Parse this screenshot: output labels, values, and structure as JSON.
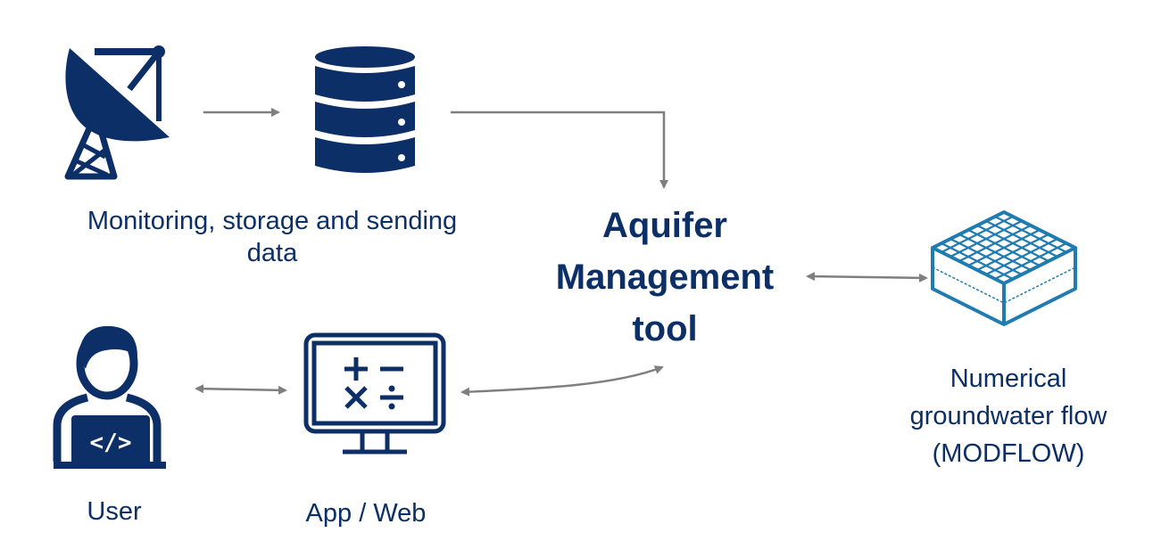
{
  "diagram": {
    "title": "Aquifer Management tool",
    "center": {
      "lines": [
        "Aquifer",
        "Management",
        "tool"
      ]
    },
    "nodes": [
      {
        "id": "monitoring",
        "icon": "satellite-dish-icon",
        "label_lines": [
          "Monitoring, storage and sending",
          "data"
        ]
      },
      {
        "id": "storage",
        "icon": "database-icon",
        "label_lines": []
      },
      {
        "id": "model",
        "icon": "groundwater-grid-icon",
        "label_lines": [
          "Numerical",
          "groundwater flow",
          "(MODFLOW)"
        ]
      },
      {
        "id": "user",
        "icon": "user-laptop-icon",
        "label_lines": [
          "User"
        ]
      },
      {
        "id": "app",
        "icon": "calculator-monitor-icon",
        "label_lines": [
          "App / Web"
        ]
      }
    ],
    "edges": [
      {
        "from": "monitoring",
        "to": "storage",
        "direction": "forward"
      },
      {
        "from": "storage",
        "to": "center",
        "direction": "forward"
      },
      {
        "from": "center",
        "to": "model",
        "direction": "both"
      },
      {
        "from": "user",
        "to": "app",
        "direction": "both"
      },
      {
        "from": "app",
        "to": "center",
        "direction": "both"
      }
    ],
    "colors": {
      "primary": "#0b2f66",
      "model_icon": "#1f7bb0",
      "arrow": "#7f7f7f",
      "background": "#ffffff"
    }
  }
}
